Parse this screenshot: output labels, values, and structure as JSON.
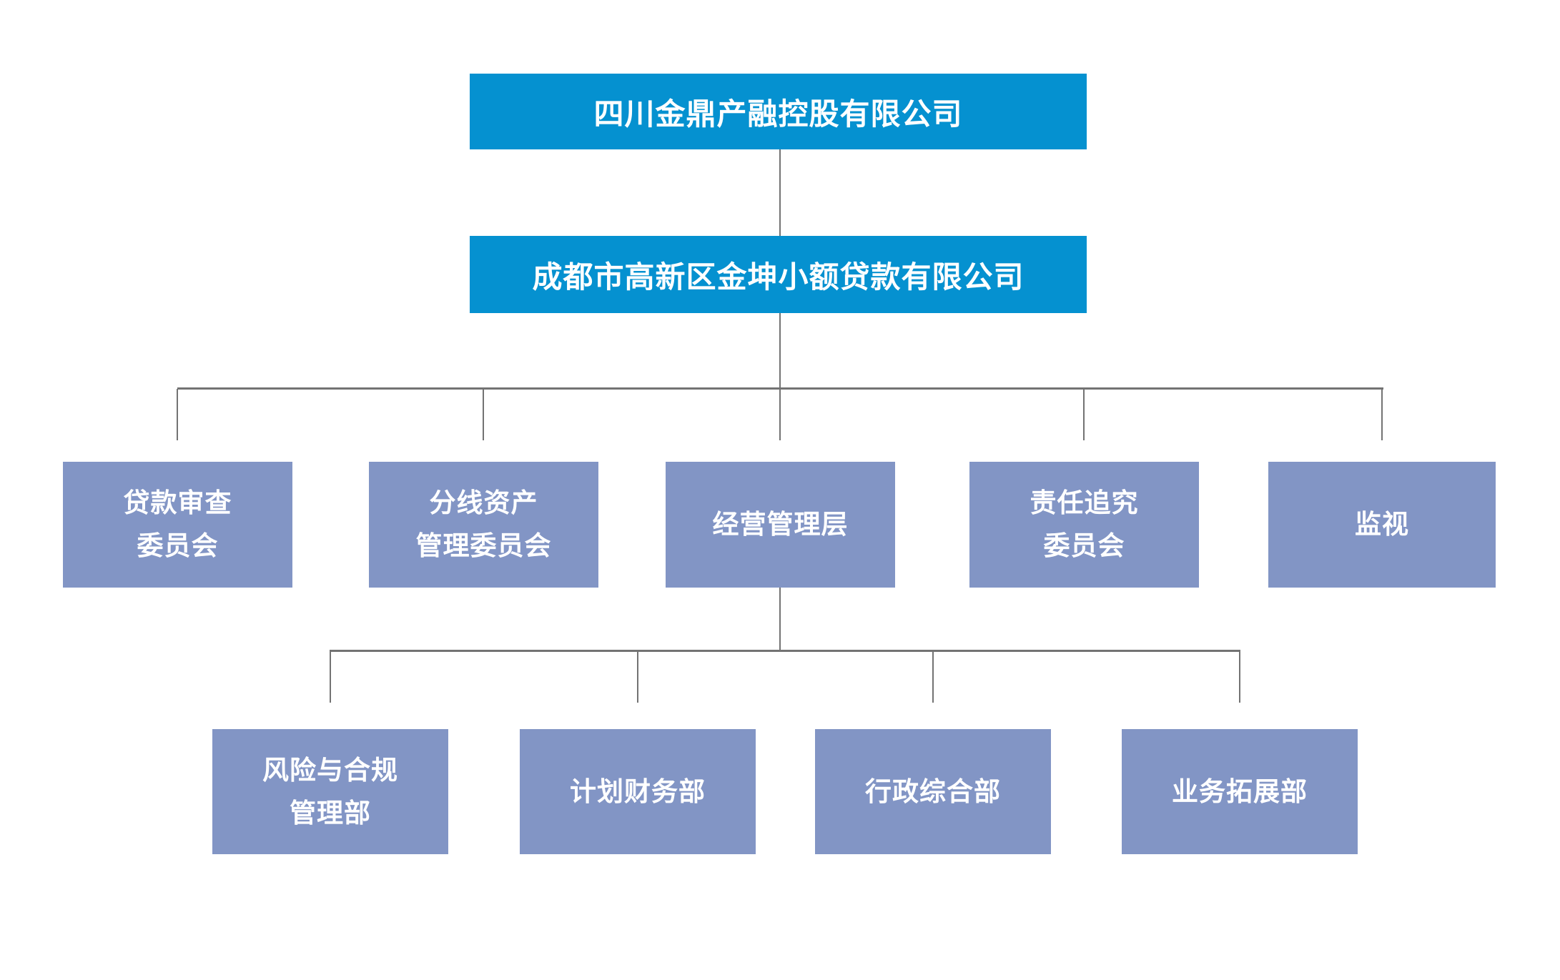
{
  "theme": {
    "primary_box_color": "#0591d0",
    "secondary_box_color": "#8295c5",
    "line_color": "#737373",
    "box_text_color": "#ffffff",
    "background_color": "#ffffff"
  },
  "org": {
    "root": {
      "label": "四川金鼎产融控股有限公司"
    },
    "subsidiary": {
      "label": "成都市高新区金坤小额贷款有限公司"
    },
    "committees": [
      {
        "label": "贷款审查\n委员会"
      },
      {
        "label": "分线资产\n管理委员会"
      },
      {
        "label": "经营管理层"
      },
      {
        "label": "责任追究\n委员会"
      },
      {
        "label": "监视"
      }
    ],
    "departments": [
      {
        "label": "风险与合规\n管理部"
      },
      {
        "label": "计划财务部"
      },
      {
        "label": "行政综合部"
      },
      {
        "label": "业务拓展部"
      }
    ]
  }
}
